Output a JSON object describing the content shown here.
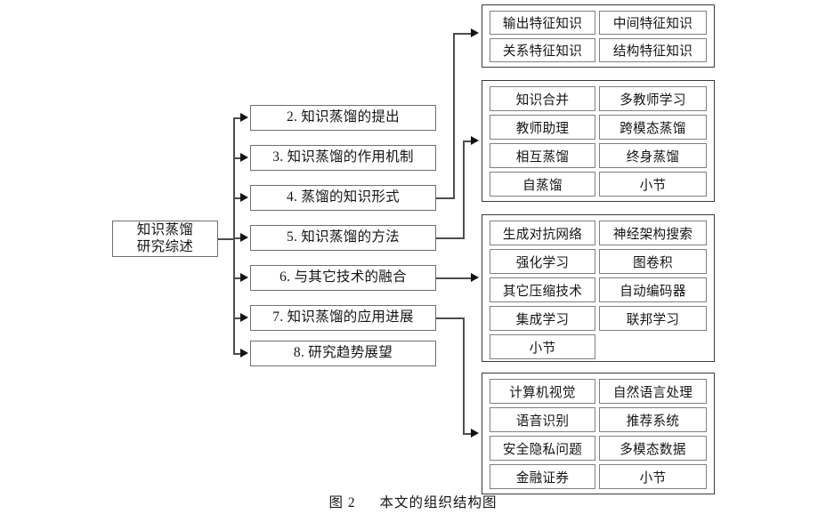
{
  "figure": {
    "caption_label": "图 2",
    "caption_text": "本文的组织结构图"
  },
  "root": {
    "label": "知识蒸馏\n研究综述"
  },
  "chain": [
    {
      "label": "2. 知识蒸馏的提出"
    },
    {
      "label": "3. 知识蒸馏的作用机制"
    },
    {
      "label": "4. 蒸馏的知识形式"
    },
    {
      "label": "5. 知识蒸馏的方法"
    },
    {
      "label": "6. 与其它技术的融合"
    },
    {
      "label": "7. 知识蒸馏的应用进展"
    },
    {
      "label": "8. 研究趋势展望"
    }
  ],
  "clusters": [
    {
      "name": "knowledge-forms-cluster",
      "source": "4. 蒸馏的知识形式",
      "left_column": [
        "输出特征知识",
        "关系特征知识"
      ],
      "right_column": [
        "中间特征知识",
        "结构特征知识"
      ]
    },
    {
      "name": "distillation-methods-cluster",
      "source": "5. 知识蒸馏的方法",
      "left_column": [
        "知识合并",
        "教师助理",
        "相互蒸馏",
        "自蒸馏"
      ],
      "right_column": [
        "多教师学习",
        "跨模态蒸馏",
        "终身蒸馏",
        "小节"
      ]
    },
    {
      "name": "technique-fusion-cluster",
      "source": "6. 与其它技术的融合",
      "left_column": [
        "生成对抗网络",
        "强化学习",
        "其它压缩技术",
        "集成学习",
        "小节"
      ],
      "right_column": [
        "神经架构搜索",
        "图卷积",
        "自动编码器",
        "联邦学习",
        ""
      ]
    },
    {
      "name": "applications-cluster",
      "source": "7. 知识蒸馏的应用进展",
      "left_column": [
        "计算机视觉",
        "语音识别",
        "安全隐私问题",
        "金融证券"
      ],
      "right_column": [
        "自然语言处理",
        "推荐系统",
        "多模态数据",
        "小节"
      ]
    }
  ],
  "colors": {
    "box_border": "#6e6e6e",
    "cluster_border": "#3b3b3b",
    "cell_border": "#808080",
    "connector": "#4d4d4d",
    "arrow": "#131313",
    "background": "#ffffff",
    "text": "#141414"
  }
}
